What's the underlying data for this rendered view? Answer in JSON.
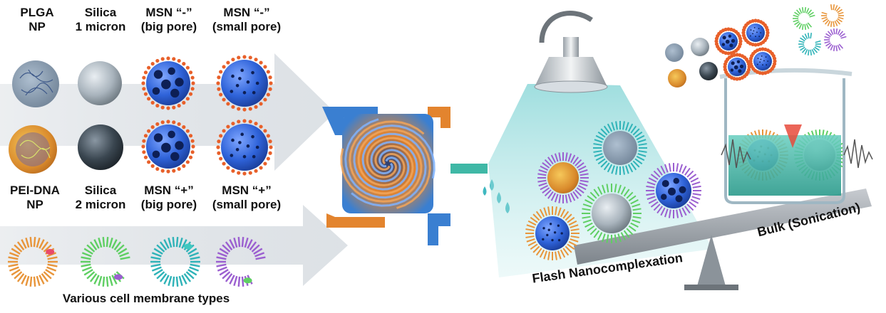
{
  "particle_labels_top": [
    {
      "line1": "PLGA",
      "line2": "NP"
    },
    {
      "line1": "Silica",
      "line2": "1 micron"
    },
    {
      "line1": "MSN “-”",
      "line2": "(big pore)"
    },
    {
      "line1": "MSN “-”",
      "line2": "(small pore)"
    }
  ],
  "particle_labels_bottom": [
    {
      "line1": "PEI-DNA",
      "line2": "NP"
    },
    {
      "line1": "Silica",
      "line2": "2 micron"
    },
    {
      "line1": "MSN “+”",
      "line2": "(big pore)"
    },
    {
      "line1": "MSN “+”",
      "line2": "(small pore)"
    }
  ],
  "membrane_caption": "Various cell membrane types",
  "method_flash": "Flash Nanocomplexation",
  "method_bulk": "Bulk (Sonication)",
  "colors": {
    "msn_blue": "#2f63d9",
    "membrane_orange": "#e8953a",
    "membrane_green": "#5fcf63",
    "membrane_teal": "#2fb3b8",
    "membrane_purple": "#9b5fd0",
    "beaker_liquid": "#3fb8a6",
    "seesaw": "#9aa0a6"
  }
}
